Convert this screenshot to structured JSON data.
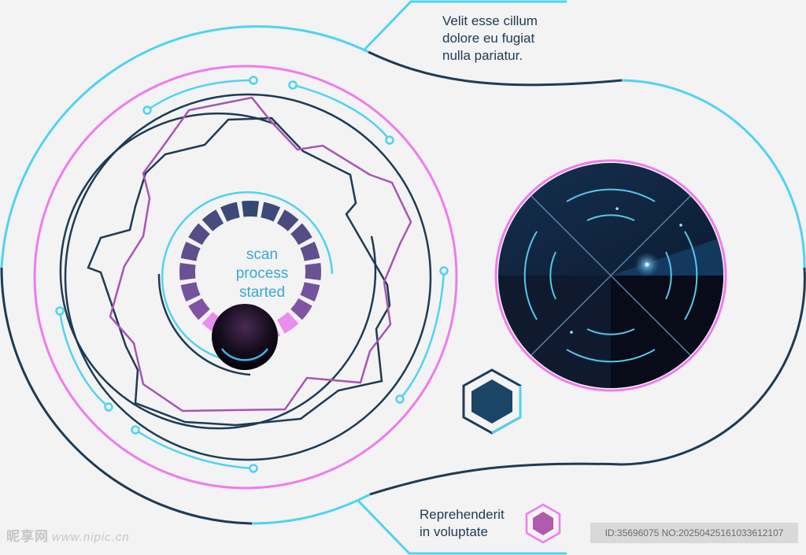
{
  "colors": {
    "navy": "#1d3b55",
    "cyan": "#4fd3f2",
    "pink": "#ef7bef",
    "purple": "#a855b5",
    "radar_dark": "#10243f",
    "hex_fill": "#1b4566",
    "hex_accent": "#b25aae"
  },
  "top_note": {
    "line1": "Velit esse cillum",
    "line2": "dolore eu fugiat",
    "line3": "nulla pariatur."
  },
  "bottom_note": {
    "line1": "Reprehenderit",
    "line2": "in voluptate"
  },
  "scan": {
    "line1": "scan",
    "line2": "process",
    "line3": "started"
  },
  "progress": {
    "segments_total": 20,
    "segments_highlighted": 5
  },
  "watermark": {
    "left_brand": "昵享网",
    "left_url": "www.nipic.cn",
    "right_id": "ID:35696075 NO:20250425161033612107"
  },
  "icons": {
    "radar": "radar-icon",
    "hexagon": "hexagon-icon",
    "node": "circuit-node-icon"
  }
}
